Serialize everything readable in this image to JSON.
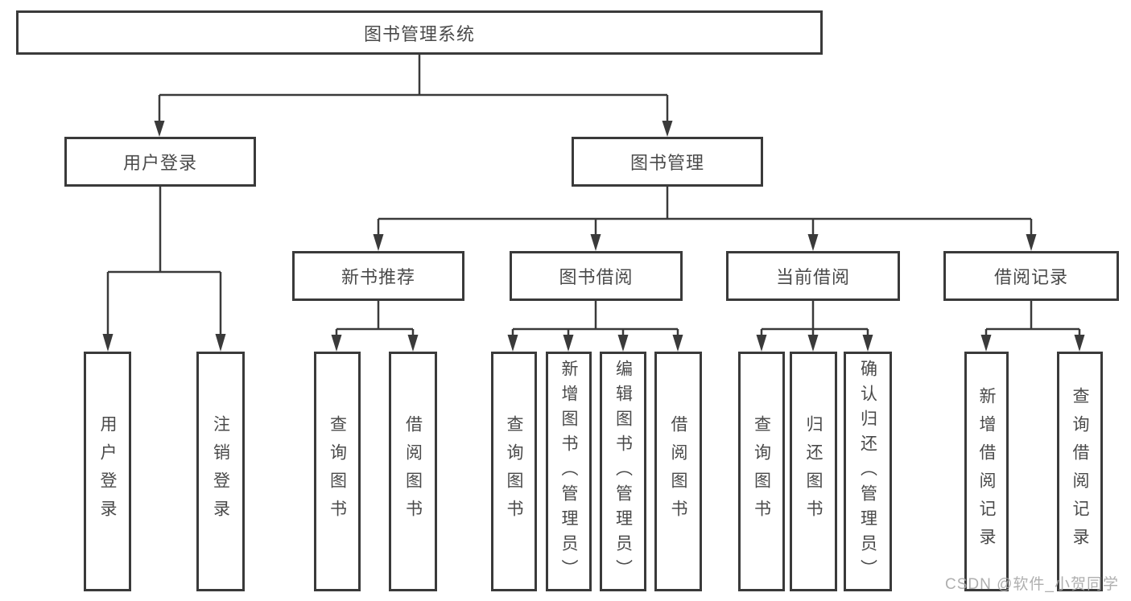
{
  "tree": {
    "root": {
      "label": "图书管理系统",
      "children": [
        {
          "label": "用户登录",
          "children": [
            {
              "label": "用户登录"
            },
            {
              "label": "注销登录"
            }
          ]
        },
        {
          "label": "图书管理",
          "children": [
            {
              "label": "新书推荐",
              "children": [
                {
                  "label": "查询图书"
                },
                {
                  "label": "借阅图书"
                }
              ]
            },
            {
              "label": "图书借阅",
              "children": [
                {
                  "label": "查询图书"
                },
                {
                  "label": "新增图书（管理员）"
                },
                {
                  "label": "编辑图书（管理员）"
                },
                {
                  "label": "借阅图书"
                }
              ]
            },
            {
              "label": "当前借阅",
              "children": [
                {
                  "label": "查询图书"
                },
                {
                  "label": "归还图书"
                },
                {
                  "label": "确认归还（管理员）"
                }
              ]
            },
            {
              "label": "借阅记录",
              "children": [
                {
                  "label": "新增借阅记录"
                },
                {
                  "label": "查询借阅记录"
                }
              ]
            }
          ]
        }
      ]
    }
  },
  "watermark": {
    "text": "CSDN @软件_小贺同学"
  },
  "colors": {
    "line": "#3a3a3a",
    "box_border": "#3a3a3a",
    "text": "#4a4a4a",
    "background": "#ffffff",
    "watermark": "#a8a8a8"
  }
}
